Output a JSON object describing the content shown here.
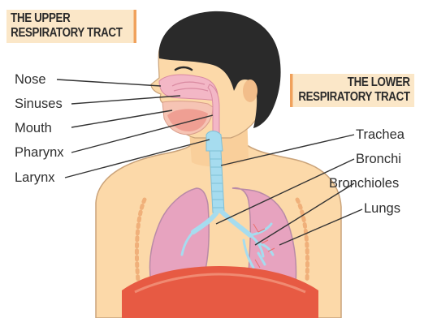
{
  "upper_tract_title": [
    "THE UPPER",
    "RESPIRATORY TRACT"
  ],
  "lower_tract_title": [
    "THE LOWER",
    "RESPIRATORY TRACT"
  ],
  "left_labels": {
    "nose": "Nose",
    "sinuses": "Sinuses",
    "mouth": "Mouth",
    "pharynx": "Pharynx",
    "larynx": "Larynx"
  },
  "right_labels": {
    "trachea": "Trachea",
    "bronchi": "Bronchi",
    "bronchioles": "Bronchioles",
    "lungs": "Lungs"
  },
  "colors": {
    "skin": "#fcd9a9",
    "skin_outline": "#caa37a",
    "hair": "#2a2a2a",
    "lung": "#e7a3bf",
    "lung_outline": "#b98aa7",
    "airway": "#a6dcef",
    "diaphragm": "#e75a43",
    "banner_bg": "#fbe7c8",
    "banner_accent": "#f0a15c",
    "leader_line": "#333333"
  }
}
